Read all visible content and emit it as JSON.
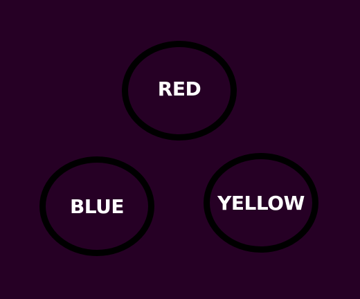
{
  "theme": {
    "background": "#260025",
    "ring": "#000000",
    "label": "#ffffff"
  },
  "buttons": {
    "red": {
      "label": "RED"
    },
    "blue": {
      "label": "BLUE"
    },
    "yellow": {
      "label": "YELLOW"
    }
  }
}
